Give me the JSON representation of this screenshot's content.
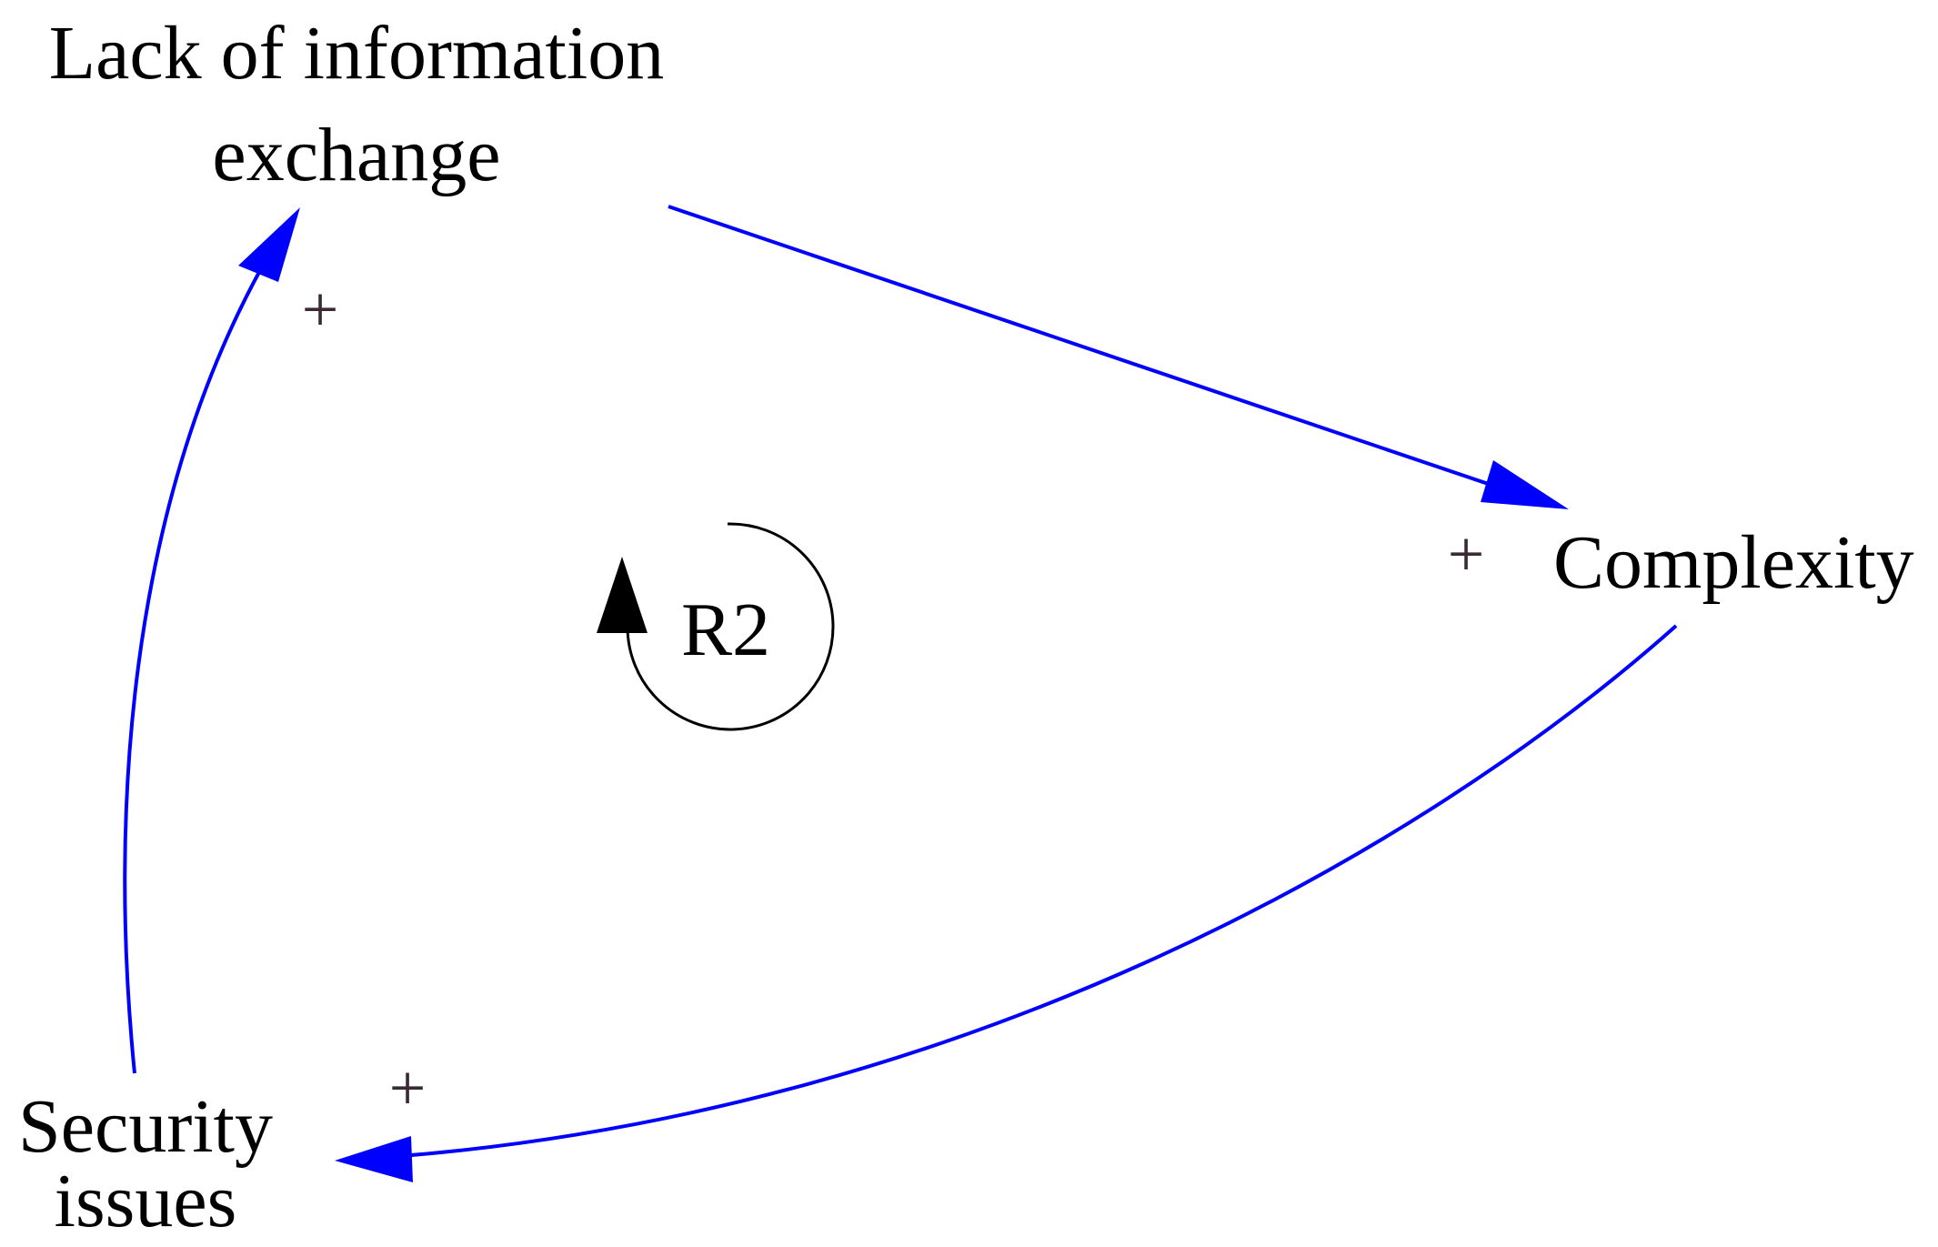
{
  "diagram": {
    "nodes": {
      "lack_of_information_exchange": {
        "line1": "Lack of information",
        "line2": "exchange"
      },
      "complexity": {
        "label": "Complexity"
      },
      "security_issues": {
        "line1": "Security",
        "line2": "issues"
      }
    },
    "links": [
      {
        "from": "Lack of information exchange",
        "to": "Complexity",
        "polarity": "+"
      },
      {
        "from": "Complexity",
        "to": "Security issues",
        "polarity": "+"
      },
      {
        "from": "Security issues",
        "to": "Lack of information exchange",
        "polarity": "+"
      }
    ],
    "loop": {
      "label": "R2"
    },
    "colors": {
      "link": "#0000ff",
      "text": "#000000",
      "polarity": "#3a2a36",
      "loop": "#000000"
    }
  }
}
